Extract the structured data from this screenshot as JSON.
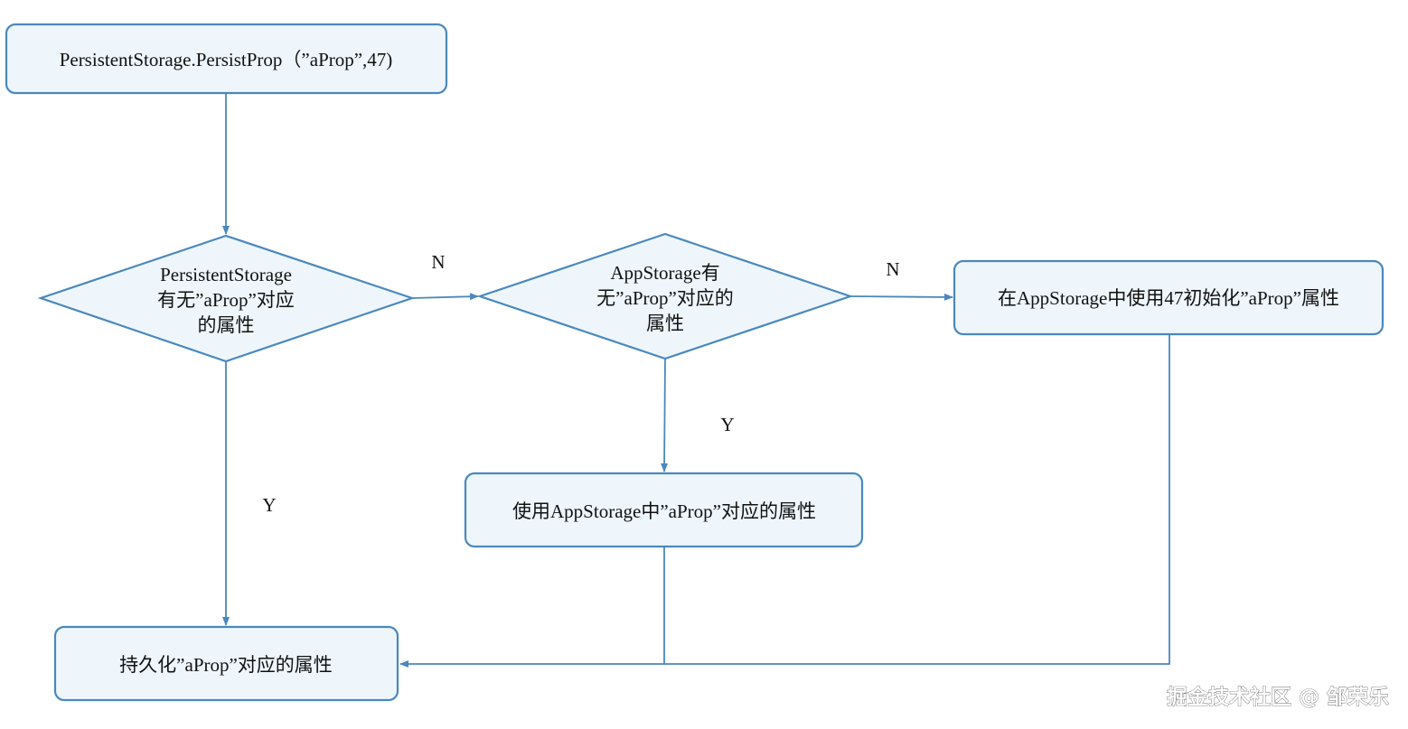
{
  "nodes": {
    "start": {
      "text": "PersistentStorage.PersistProp（”aProp”,47)"
    },
    "decision_persistent": {
      "lines": [
        "PersistentStorage",
        "有无”aProp”对应",
        "的属性"
      ]
    },
    "decision_appstorage": {
      "lines": [
        "AppStorage有",
        "无”aProp”对应的",
        "属性"
      ]
    },
    "init_appstorage": {
      "text": "在AppStorage中使用47初始化”aProp”属性"
    },
    "use_appstorage": {
      "text": "使用AppStorage中”aProp”对应的属性"
    },
    "persist_prop": {
      "text": "持久化”aProp”对应的属性"
    }
  },
  "edges": {
    "persistent_no": {
      "label": "N"
    },
    "persistent_yes": {
      "label": "Y"
    },
    "appstorage_no": {
      "label": "N"
    },
    "appstorage_yes": {
      "label": "Y"
    }
  },
  "watermark": {
    "text": "掘金技术社区 @ 邹荣乐"
  },
  "colors": {
    "node_fill": "#eef6fc",
    "node_stroke": "#4a88bd",
    "edge": "#4a88bd",
    "text": "#111111"
  }
}
